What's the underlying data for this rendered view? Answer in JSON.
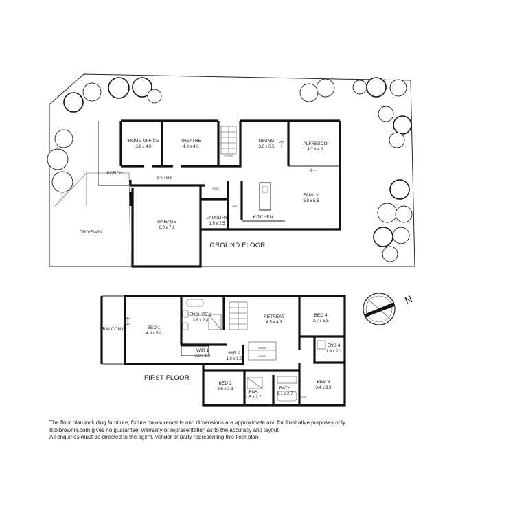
{
  "floors": {
    "ground": "GROUND FLOOR",
    "first": "FIRST FLOOR"
  },
  "ground_rooms": {
    "home_office": {
      "name": "HOME OFFICE",
      "dims": "3.9 x 4.0"
    },
    "theatre": {
      "name": "THEATRE",
      "dims": "4.9 x 4.0"
    },
    "dining": {
      "name": "DINING",
      "dims": "3.6 x 5.5"
    },
    "alfresco": {
      "name": "ALFRESCO",
      "dims": "4.7 x 4.2"
    },
    "porch": {
      "name": "PORCH"
    },
    "entry": {
      "name": "ENTRY"
    },
    "pwd": {
      "name": "PWD"
    },
    "wip": {
      "name": "WIP"
    },
    "family": {
      "name": "FAMILY",
      "dims": "5.8 x 5.6"
    },
    "laundry": {
      "name": "LAUNDRY",
      "dims": "1.9 x 2.5"
    },
    "kitchen": {
      "name": "KITCHEN"
    },
    "garage": {
      "name": "GARAGE",
      "dims": "6.0 x 7.1"
    },
    "driveway": {
      "name": "DRIVEWAY"
    },
    "store": {
      "name": "STORE"
    }
  },
  "first_rooms": {
    "bed1": {
      "name": "BED 1",
      "dims": "4.9 x 5.9"
    },
    "balcony": {
      "name": "BALCONY"
    },
    "ensuite1": {
      "name": "ENSUITE 1",
      "dims": "3.8 x 2.8"
    },
    "retreat": {
      "name": "RETREAT",
      "dims": "4.5 x 4.3"
    },
    "bed4": {
      "name": "BED 4",
      "dims": "3.7 x 5.8"
    },
    "ens4": {
      "name": "ENS 4",
      "dims": "1.9 x 2.3"
    },
    "wir1": {
      "name": "WIR 1",
      "dims": "3.8 x 1.6"
    },
    "wir2": {
      "name": "WIR 2",
      "dims": "1.9 x 1.6"
    },
    "linen_a": {
      "name": "LINEN"
    },
    "linen_b": {
      "name": "LINEN"
    },
    "bed2": {
      "name": "BED 2",
      "dims": "3.6 x 3.8"
    },
    "ens": {
      "name": "ENS",
      "dims": "1.5 x 2.7"
    },
    "bath": {
      "name": "BATH",
      "dims": "2.1 x 2.7"
    },
    "bed3": {
      "name": "BED 3",
      "dims": "3.4 x 3.9"
    },
    "robe": {
      "name": "ROBE"
    }
  },
  "compass": {
    "label": "N"
  },
  "disclaimer": {
    "line1": "The floor plan including furniture, fixture measurements and dimensions are approximate and for illustrative purposes only.",
    "line2": "Boxbrownie.com gives no guarantee, warranty or representation as to the accuracy and layout.",
    "line3": "All enquiries must be directed to the agent, vendor or party representing this floor plan."
  }
}
